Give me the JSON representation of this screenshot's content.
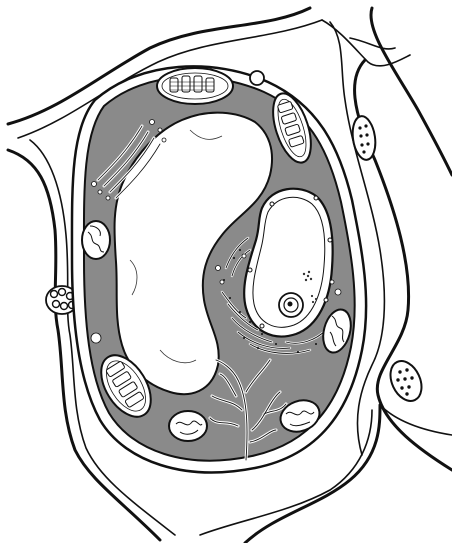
{
  "figure": {
    "subject": "plant-cell-illustration",
    "palette": {
      "background": "#ffffff",
      "cytoplasm": "#8a8a8a",
      "membrane": "#ffffff",
      "outline": "#111111"
    },
    "organelles": [
      "cell-wall",
      "plasmodesmata",
      "plasma-membrane",
      "central-vacuole",
      "nucleus",
      "nucleolus",
      "chloroplast",
      "mitochondrion",
      "golgi-apparatus",
      "endoplasmic-reticulum",
      "peroxisome"
    ]
  }
}
